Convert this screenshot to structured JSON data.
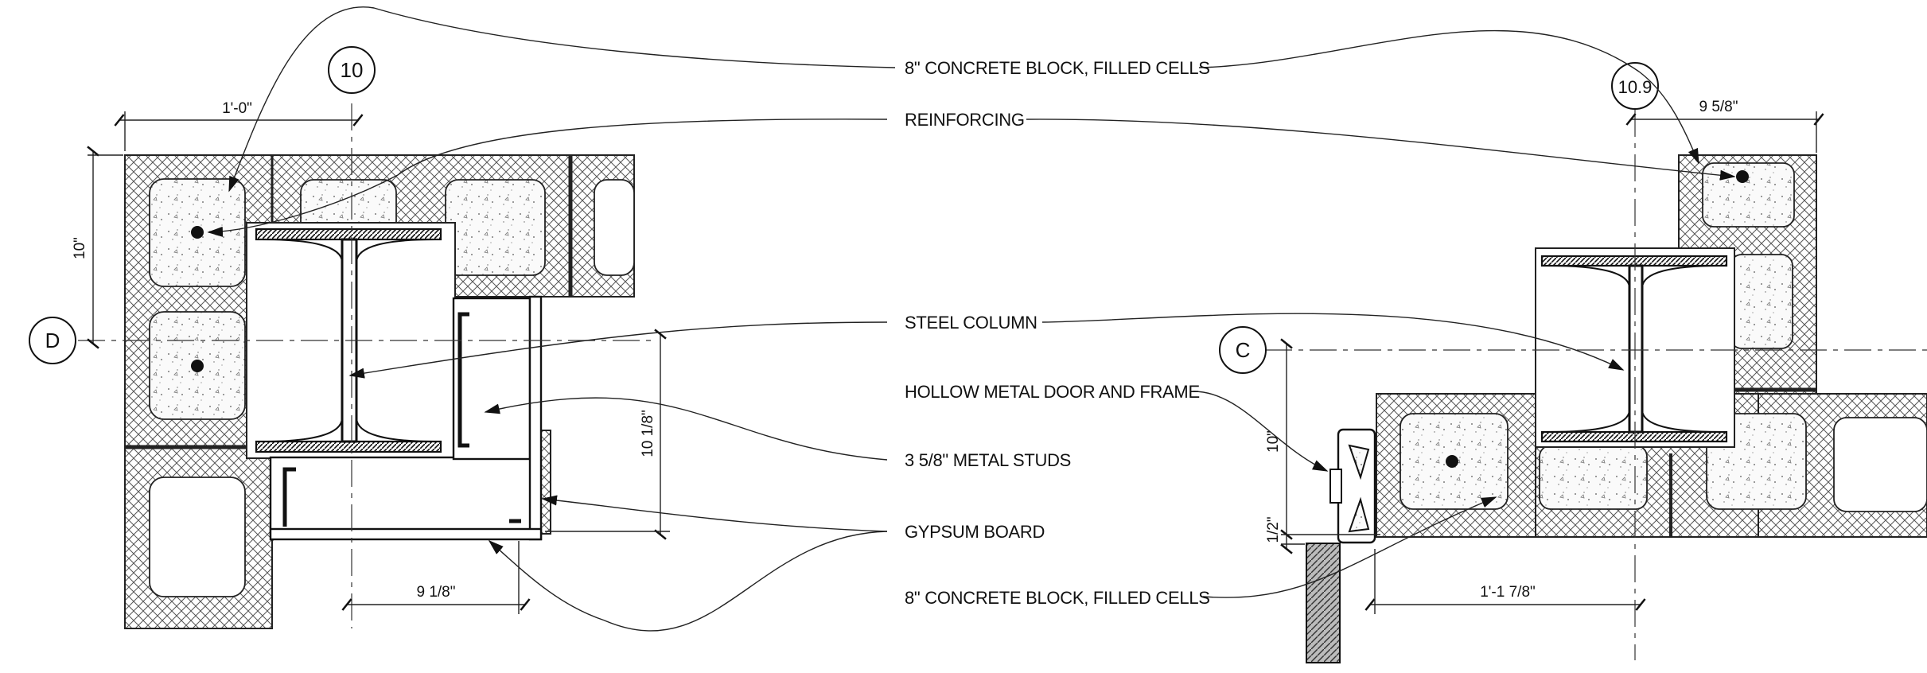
{
  "notes": {
    "concrete_block_top": "8\" CONCRETE BLOCK, FILLED CELLS",
    "reinforcing": "REINFORCING",
    "steel_column": "STEEL COLUMN",
    "hollow_metal_door": "HOLLOW METAL DOOR AND FRAME",
    "metal_studs": "3 5/8\" METAL STUDS",
    "gypsum_board": "GYPSUM BOARD",
    "concrete_block_bottom": "8\" CONCRETE BLOCK, FILLED CELLS"
  },
  "grid_bubbles": {
    "g10": "10",
    "g109": "10.9",
    "gD": "D",
    "gC": "C"
  },
  "dimensions": {
    "left_top": "1'-0\"",
    "left_side": "10\"",
    "left_right": "10 1/8\"",
    "left_bottom": "9 1/8\"",
    "right_top": "9 5/8\"",
    "right_side": "10\"",
    "right_half": "1/2\"",
    "right_bottom": "1'-1 7/8\""
  },
  "colors": {
    "line": "#222222",
    "paper": "#ffffff"
  }
}
